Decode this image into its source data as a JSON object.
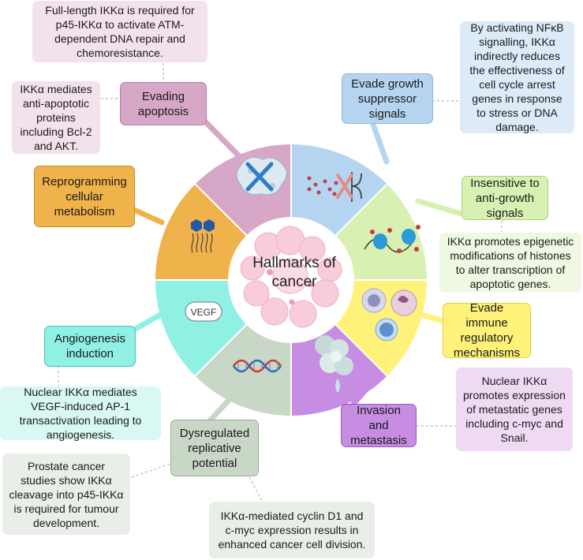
{
  "center": {
    "title": "Hallmarks of cancer"
  },
  "hallmarks": {
    "evading_apoptosis": {
      "label": "Evading apoptosis",
      "color": "#d7a7c7"
    },
    "evade_growth_suppressor": {
      "label": "Evade growth suppressor signals",
      "color": "#b5d4f0"
    },
    "insensitive_anti_growth": {
      "label": "Insensitive to anti-growth signals",
      "color": "#d8f1b3"
    },
    "evade_immune": {
      "label": "Evade immune regulatory mechanisms",
      "color": "#fff27a"
    },
    "invasion_metastasis": {
      "label": "Invasion and metastasis",
      "color": "#c68de2"
    },
    "dysregulated_replicative": {
      "label": "Dysregulated replicative potential",
      "color": "#c8d7c6"
    },
    "angiogenesis": {
      "label": "Angiogenesis induction",
      "color": "#8ff0e3"
    },
    "reprogramming_metabolism": {
      "label": "Reprogramming cellular metabolism",
      "color": "#f0b24a"
    }
  },
  "notes": {
    "atm_repair": "Full-length IKKα is required for p45-IKKα to activate ATM-dependent DNA repair and chemoresistance.",
    "anti_apoptotic": "IKKα mediates anti-apoptotic proteins including Bcl-2 and AKT.",
    "nfkb_signalling": "By activating NFκB signalling, IKKα indirectly reduces the effectiveness of cell cycle arrest genes in response to stress or DNA damage.",
    "epigenetic": "IKKα promotes epigenetic modifications of histones to alter transcription of apoptotic genes.",
    "metastatic_genes": "Nuclear IKKα promotes expression of metastatic genes including c-myc and Snail.",
    "vegf_ap1": "Nuclear IKKα mediates VEGF-induced AP-1 transactivation leading to angiogenesis.",
    "prostate": "Prostate cancer studies show IKKα cleavage into p45-IKKα is required for tumour development.",
    "cyclin_d1": "IKKα-mediated cyclin D1 and c-myc expression results in enhanced cancer cell division."
  },
  "wheel_labels": {
    "vegf": "VEGF"
  }
}
